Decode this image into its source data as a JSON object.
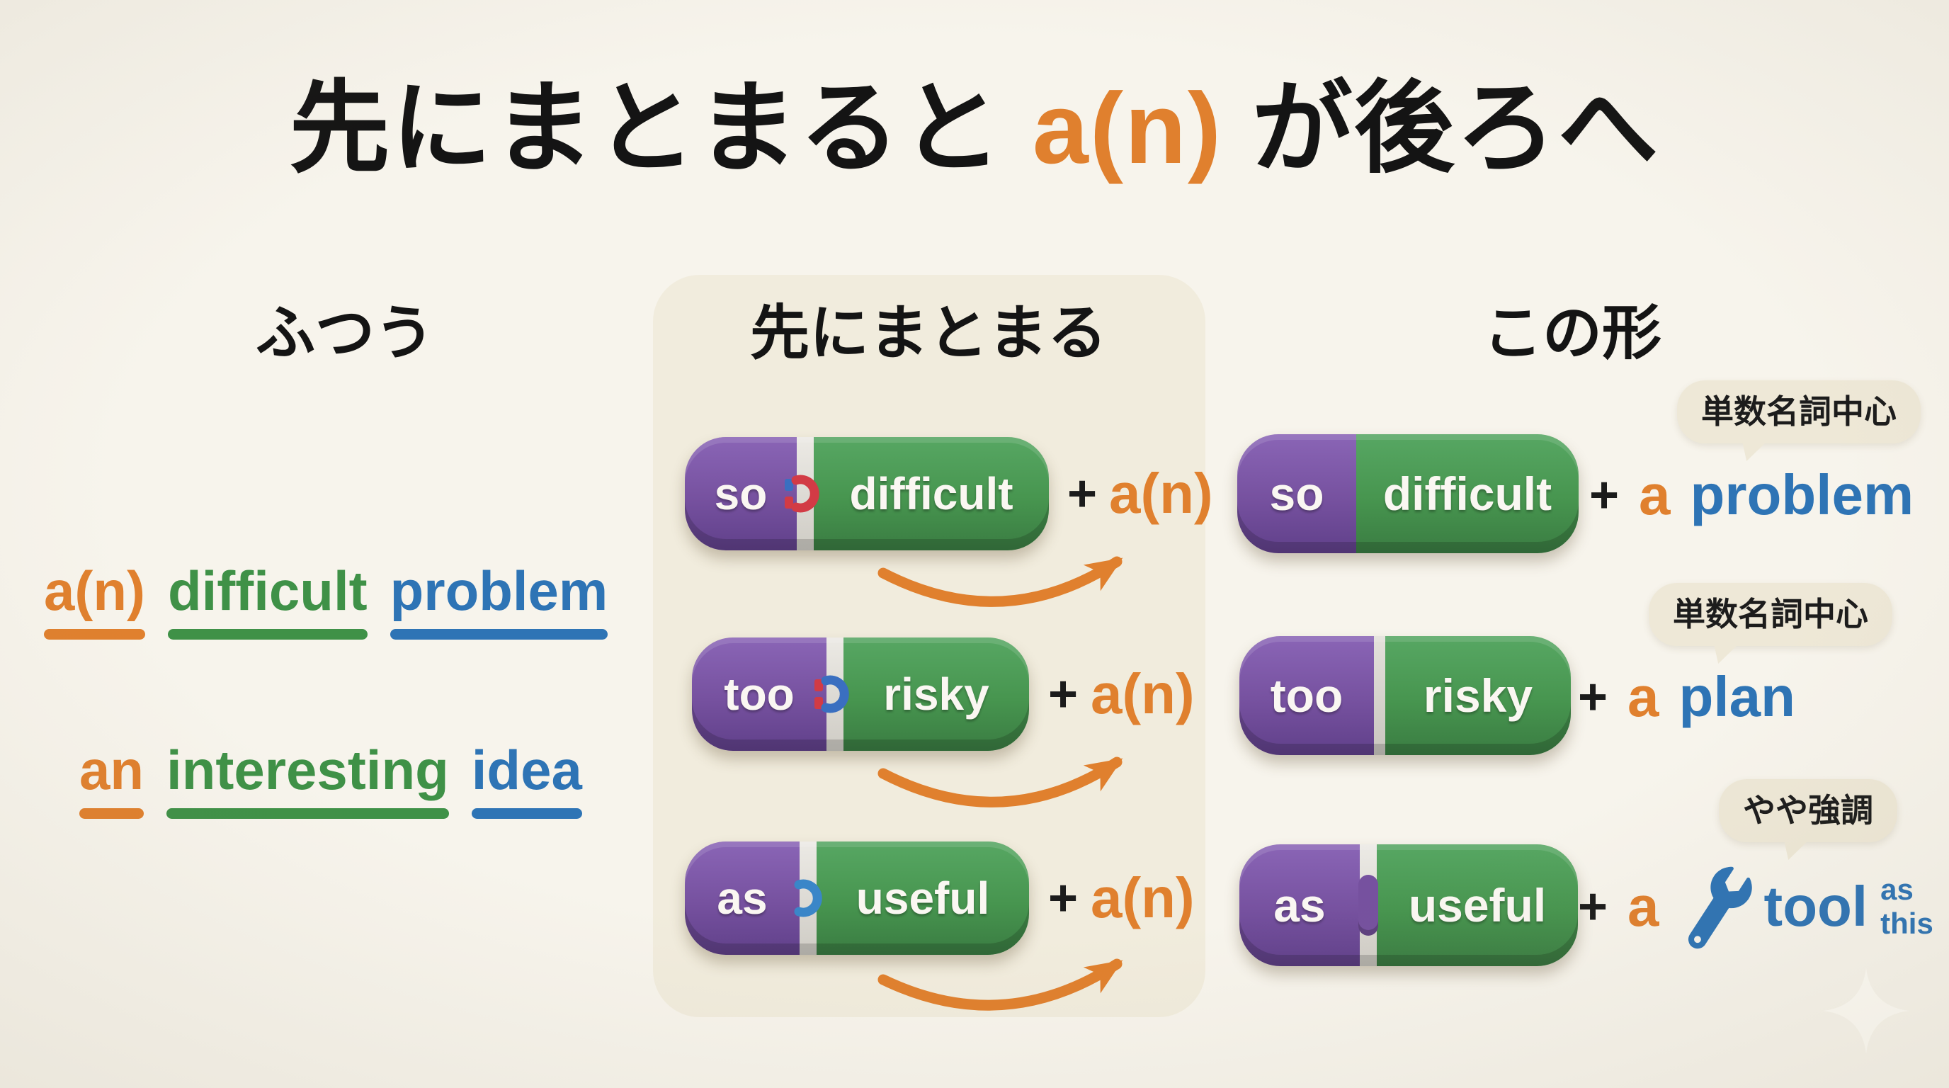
{
  "title": {
    "pre": "先にまとまると ",
    "highlight": "a(n)",
    "post": " が後ろへ"
  },
  "colors": {
    "background": "#f7f4ec",
    "panel": "#f1ecdd",
    "orange": "#e0802e",
    "green_text": "#3f9147",
    "blue_text": "#2e74b5",
    "purple_pill": "#76519f",
    "green_pill": "#47954f",
    "bubble_bg": "#eee8d7",
    "title_text": "#141414"
  },
  "columns": {
    "normal": {
      "header": "ふつう",
      "examples": [
        {
          "article": "a(n)",
          "adjective": "difficult",
          "noun": "problem"
        },
        {
          "article": "an",
          "adjective": "interesting",
          "noun": "idea"
        }
      ]
    },
    "grouped": {
      "header": "先にまとまる",
      "rows": [
        {
          "degree": "so",
          "adjective": "difficult",
          "plus": "+",
          "article": "a(n)"
        },
        {
          "degree": "too",
          "adjective": "risky",
          "plus": "+",
          "article": "a(n)"
        },
        {
          "degree": "as",
          "adjective": "useful",
          "plus": "+",
          "article": "a(n)"
        }
      ]
    },
    "result": {
      "header": "この形",
      "rows": [
        {
          "degree": "so",
          "adjective": "difficult",
          "plus": "+",
          "article": "a",
          "noun": "problem",
          "bubble": "単数名詞中心"
        },
        {
          "degree": "too",
          "adjective": "risky",
          "plus": "+",
          "article": "a",
          "noun": "plan",
          "bubble": "単数名詞中心"
        },
        {
          "degree": "as",
          "adjective": "useful",
          "plus": "+",
          "article": "a",
          "noun": "tool",
          "tail_top": "as",
          "tail_bottom": "this",
          "bubble": "やや強調"
        }
      ]
    }
  }
}
